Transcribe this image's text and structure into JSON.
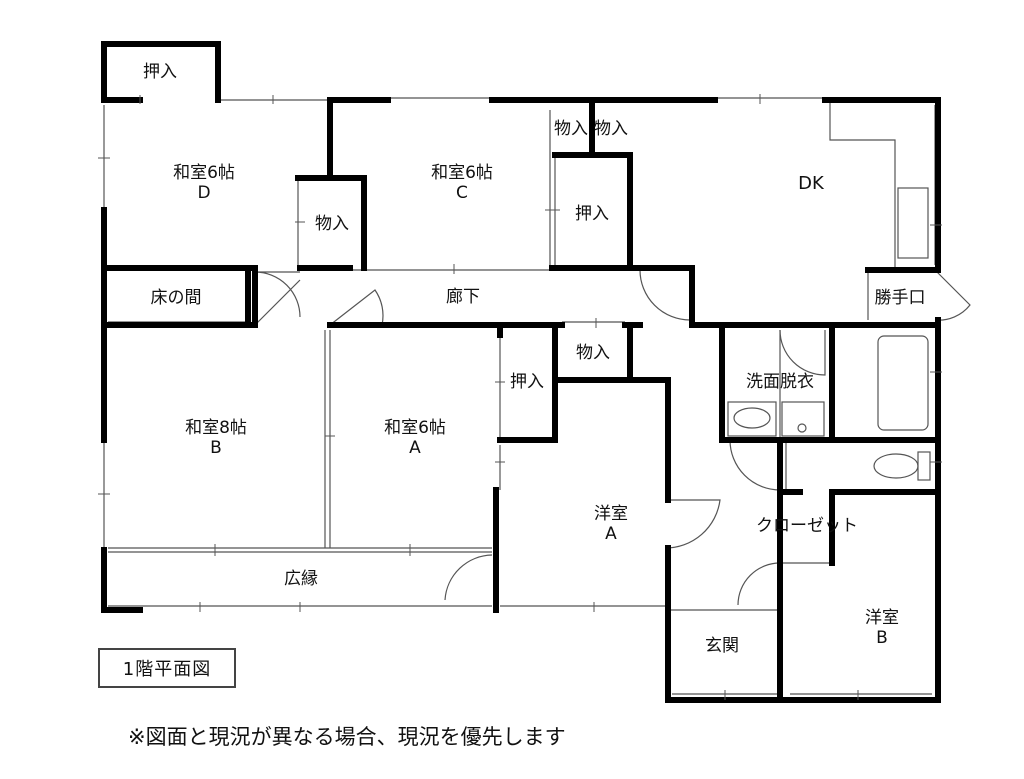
{
  "title": "1階平面図",
  "note": "※図面と現況が異なる場合、現況を優先します",
  "rooms": {
    "oshiire_top": "押入",
    "washitsu_d_name": "和室6帖",
    "washitsu_d_letter": "D",
    "monoire_dc": "物入",
    "washitsu_c_name": "和室6帖",
    "washitsu_c_letter": "C",
    "monoire_1": "物入",
    "monoire_2": "物入",
    "oshiire_c": "押入",
    "dk": "DK",
    "katteguchi": "勝手口",
    "tokonoma": "床の間",
    "rouka": "廊下",
    "monoire_hall": "物入",
    "oshiire_a": "押入",
    "senmen": "洗面脱衣",
    "washitsu_b_name": "和室8帖",
    "washitsu_b_letter": "B",
    "washitsu_a_name": "和室6帖",
    "washitsu_a_letter": "A",
    "youshitsu_a_name": "洋室",
    "youshitsu_a_letter": "A",
    "closet": "クローゼット",
    "hiroen": "広縁",
    "genkan": "玄関",
    "youshitsu_b_name": "洋室",
    "youshitsu_b_letter": "B"
  }
}
